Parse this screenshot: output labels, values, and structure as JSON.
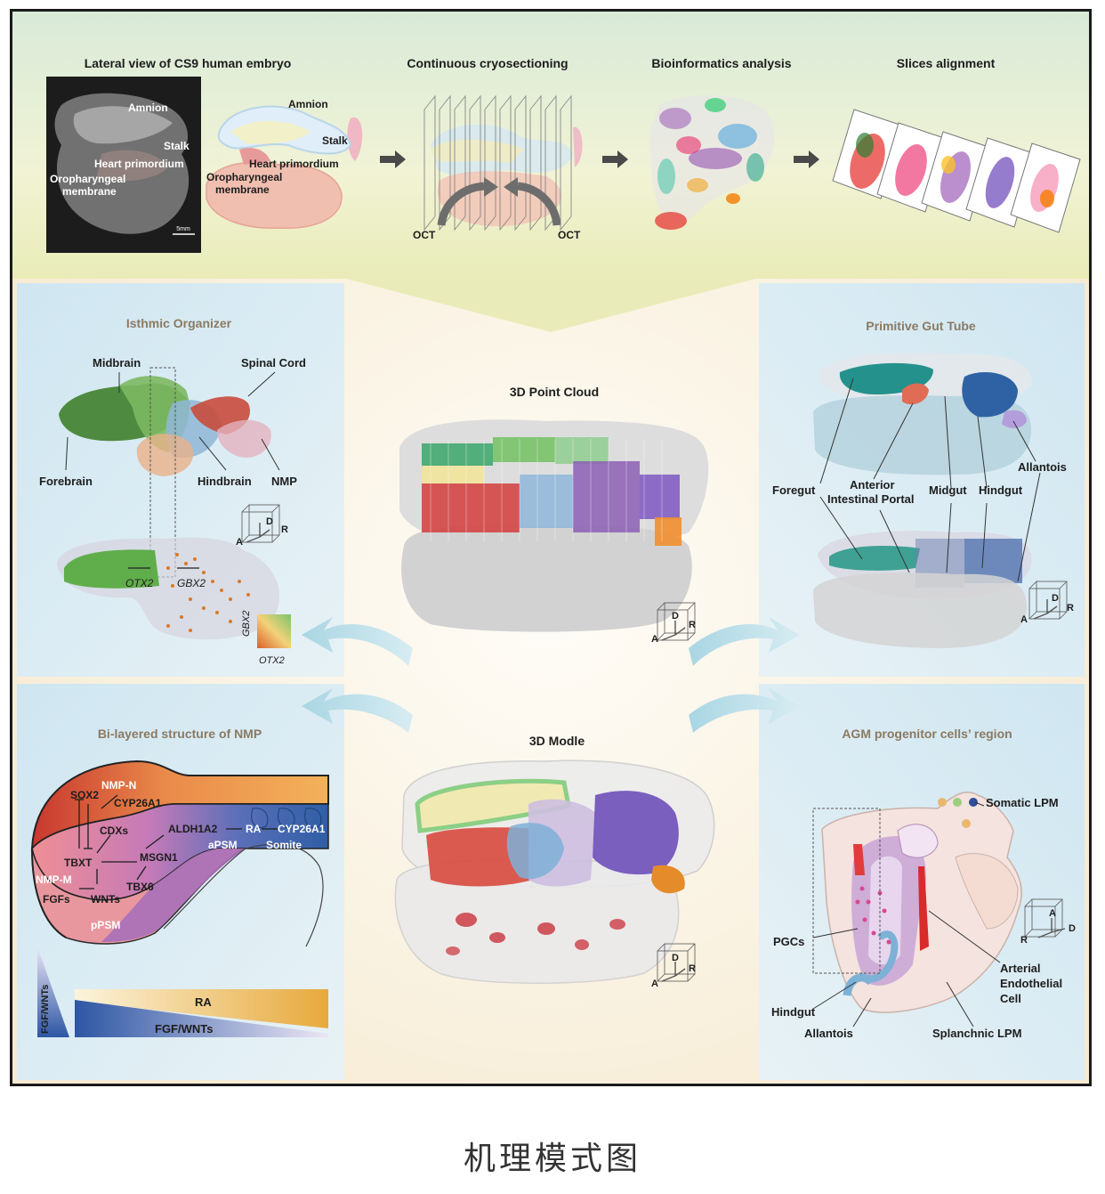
{
  "caption": "机理模式图",
  "colors": {
    "frame": "#1a1a1a",
    "top_band": "#f3f3d6",
    "side_panel": "#dcecf4",
    "center_panel": "#f9f1de",
    "heading": "#8a7a63",
    "nmp_red": "#c8372f",
    "pink": "#e9939a",
    "orange": "#f0a33c",
    "purple": "#9c6fb8",
    "blue": "#2f5ea6"
  },
  "top": {
    "titles": [
      "Lateral view of CS9 human embryo",
      "Continuous cryosectioning",
      "Bioinformatics analysis",
      "Slices alignment"
    ],
    "photo_labels": {
      "amnion": "Amnion",
      "stalk": "Stalk",
      "heart": "Heart primordium",
      "oro1": "Oropharyngeal",
      "oro2": "membrane",
      "scale": "5mm"
    },
    "drawing_labels": {
      "amnion": "Amnion",
      "stalk": "Stalk",
      "heart": "Heart primordium",
      "oro1": "Oropharyngeal",
      "oro2": "membrane"
    },
    "oct": "OCT"
  },
  "center": {
    "cloud_title": "3D Point Cloud",
    "model_title": "3D Modle"
  },
  "axes": {
    "a": "A",
    "d": "D",
    "r": "R"
  },
  "isthmic": {
    "title": "Isthmic Organizer",
    "midbrain": "Midbrain",
    "spinal_cord": "Spinal Cord",
    "forebrain": "Forebrain",
    "hindbrain": "Hindbrain",
    "nmp": "NMP",
    "otx2": "OTX2",
    "gbx2": "GBX2"
  },
  "gut": {
    "title": "Primitive Gut Tube",
    "foregut": "Foregut",
    "anterior1": "Anterior",
    "anterior2": "Intestinal Portal",
    "midgut": "Midgut",
    "hindgut": "Hindgut",
    "allantois": "Allantois"
  },
  "nmp": {
    "title": "Bi-layered structure of NMP",
    "nmp_n": "NMP-N",
    "sox2": "SOX2",
    "cyp26a1": "CYP26A1",
    "cdxs": "CDXs",
    "aldh1a2": "ALDH1A2",
    "ra": "RA",
    "cyp26a1_b": "CYP26A1",
    "apsm": "aPSM",
    "somite": "Somite",
    "tbxt": "TBXT",
    "msgn1": "MSGN1",
    "nmp_m": "NMP-M",
    "tbx6": "TBX6",
    "fgfs": "FGFs",
    "wnts": "WNTs",
    "psm": "pPSM",
    "grad_v": "FGF/WNTs",
    "grad_ra": "RA",
    "grad_fgf": "FGF/WNTs"
  },
  "agm": {
    "title": "AGM progenitor cells’ region",
    "somatic": "Somatic LPM",
    "pgcs": "PGCs",
    "arterial1": "Arterial",
    "arterial2": "Endothelial",
    "arterial3": "Cell",
    "hindgut": "Hindgut",
    "allantois": "Allantois",
    "splanchnic": "Splanchnic LPM"
  }
}
